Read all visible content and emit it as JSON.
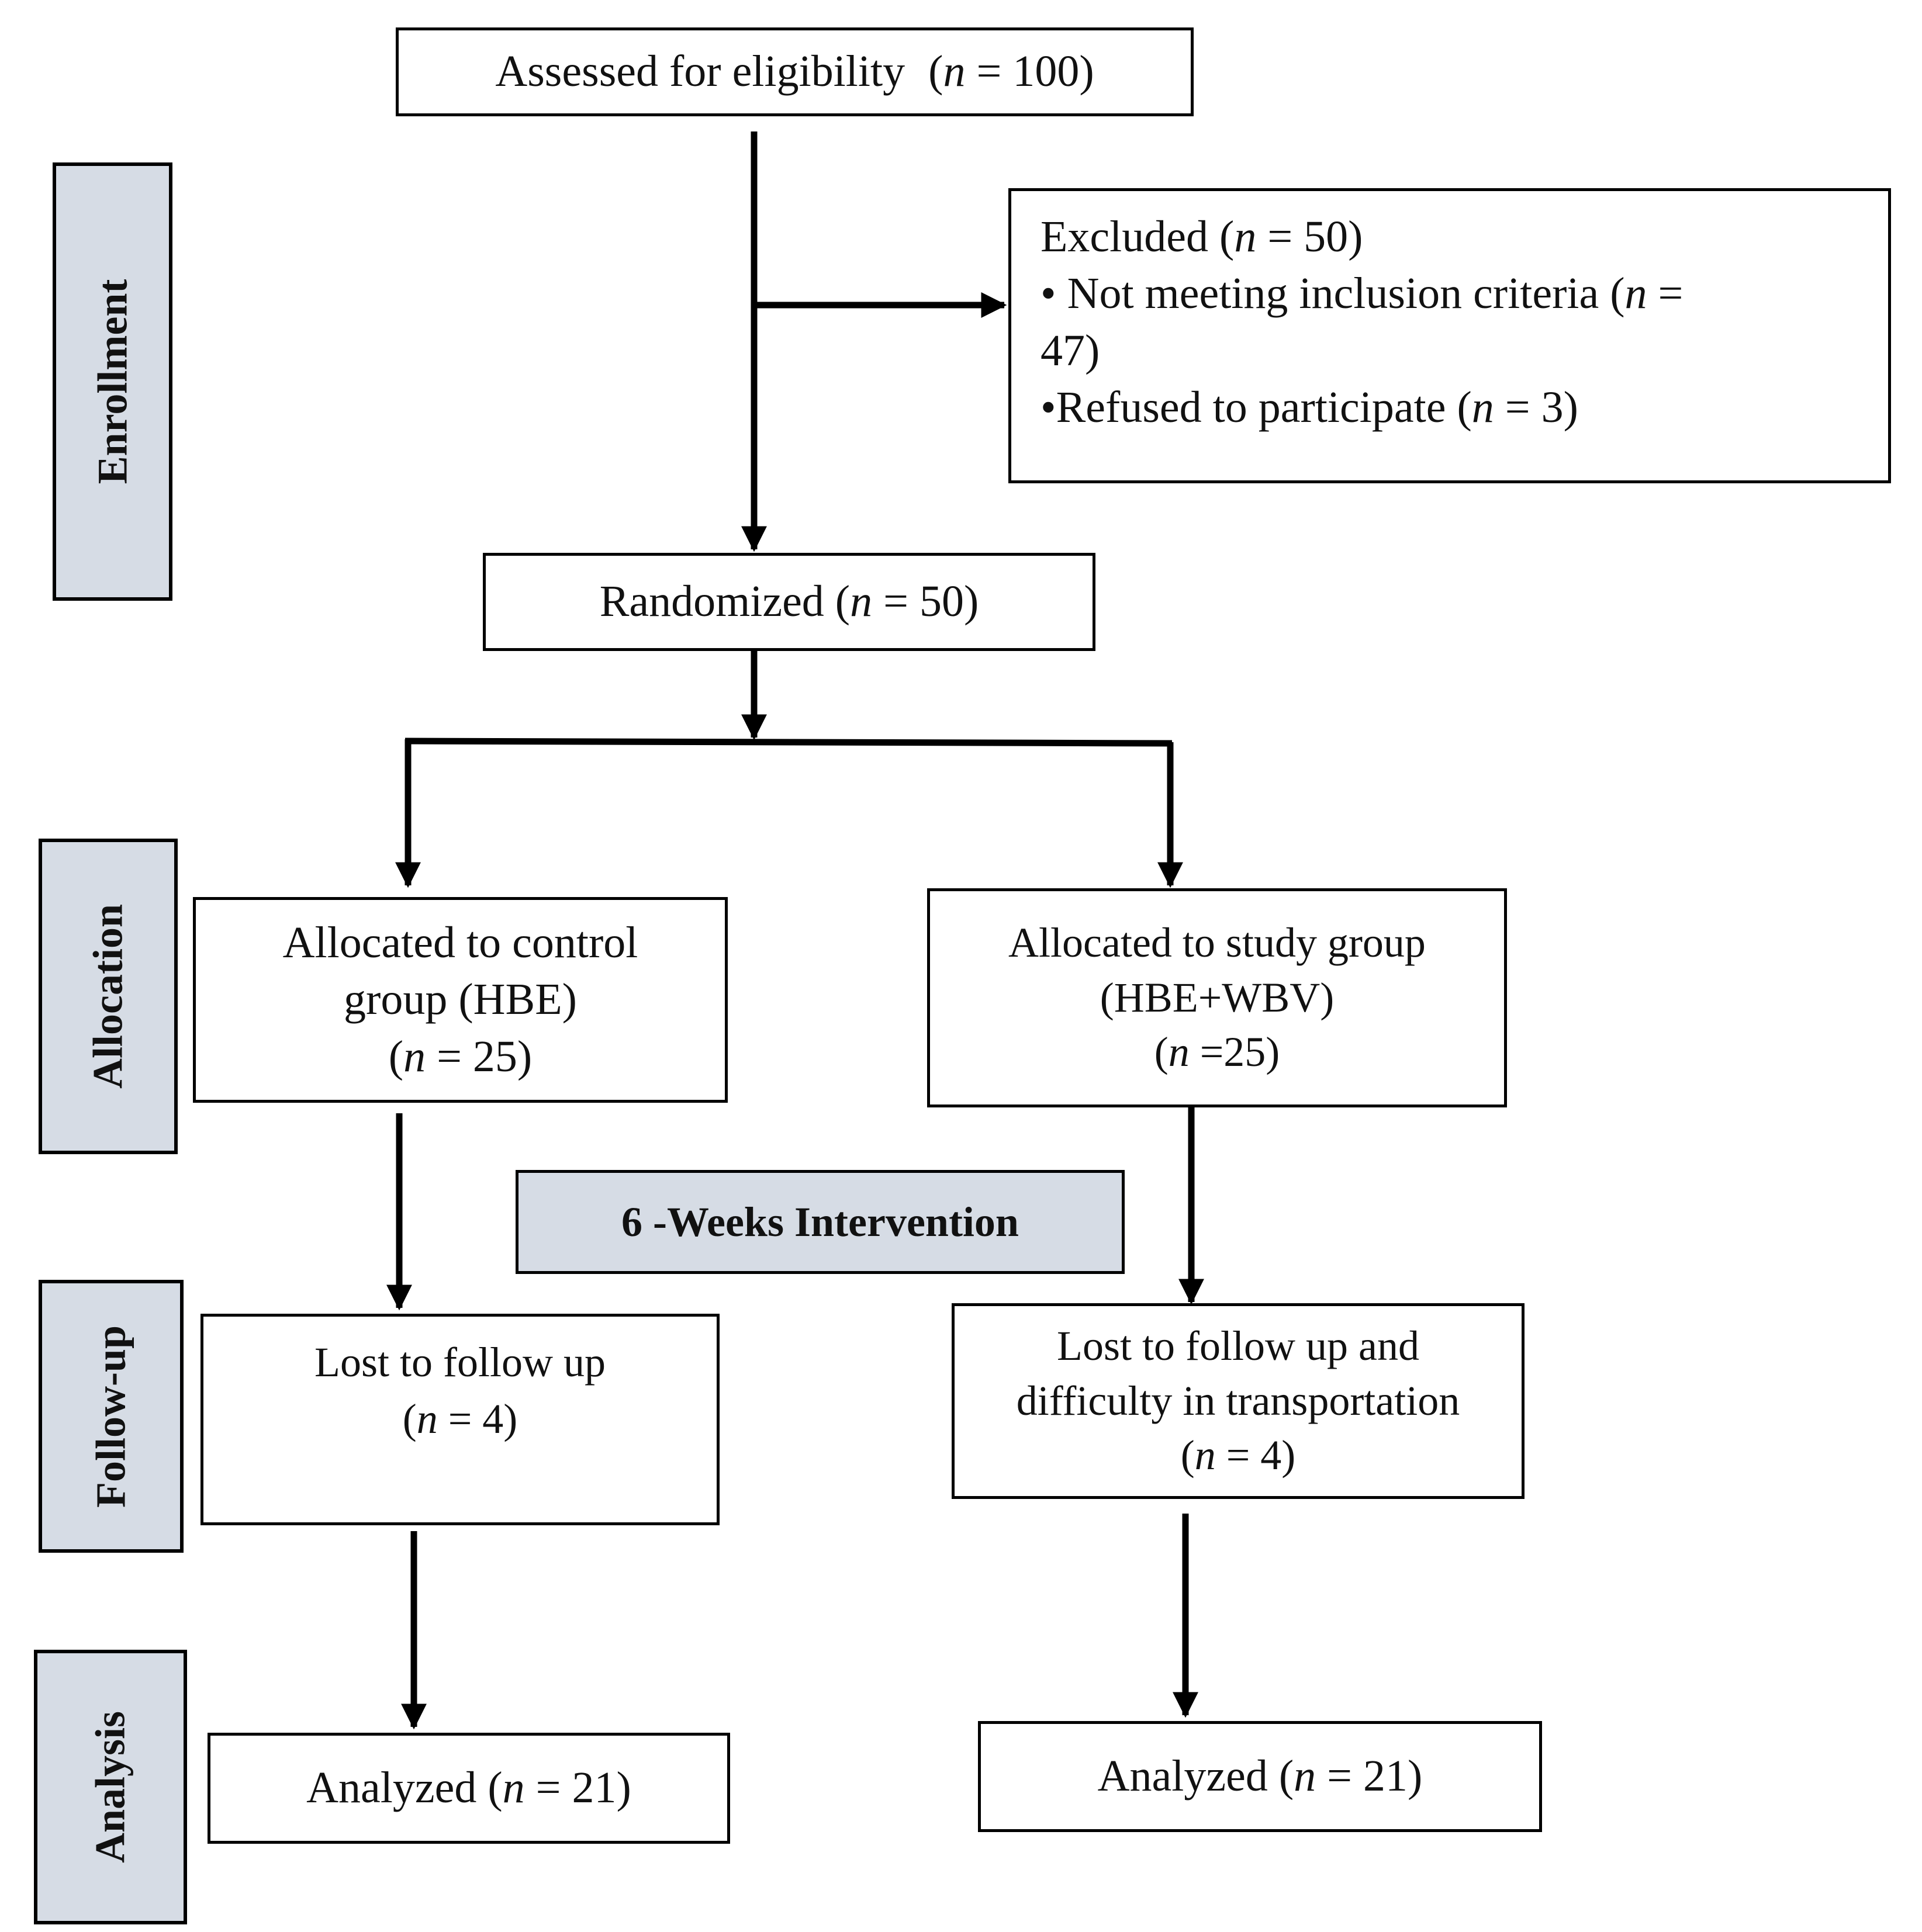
{
  "colors": {
    "stage_fill": "#d6dce5",
    "line": "#000000",
    "box_fill": "#ffffff"
  },
  "stages": {
    "enrollment": "Enrollment",
    "allocation": "Allocation",
    "follow_up": "Follow-up",
    "analysis": "Analysis"
  },
  "boxes": {
    "assessed": {
      "text": "Assessed for eligibility",
      "n": "(n = 100)"
    },
    "excluded": {
      "title": "Excluded (n = 50)",
      "reason_1_line_1": "• Not meeting inclusion criteria (n =",
      "reason_1_line_2": "47)",
      "reason_2": "•Refused to participate (n = 3)"
    },
    "randomized": {
      "text": "Randomized (n = 50)"
    },
    "control_allocation": {
      "line_1": "Allocated to control",
      "line_2": "group (HBE)",
      "line_3": "(n = 25)"
    },
    "study_allocation": {
      "line_1": "Allocated to study group",
      "line_2": "(HBE+WBV)",
      "line_3": "(n =25)"
    },
    "intervention": {
      "text": "6 -Weeks Intervention"
    },
    "control_lost": {
      "line_1": "Lost to follow up",
      "line_2": "(n = 4)"
    },
    "study_lost": {
      "line_1": "Lost to follow up and",
      "line_2": "difficulty in transportation",
      "line_3": "(n = 4)"
    },
    "control_analyzed": {
      "text": "Analyzed (n = 21)"
    },
    "study_analyzed": {
      "text": "Analyzed (n = 21)"
    }
  }
}
